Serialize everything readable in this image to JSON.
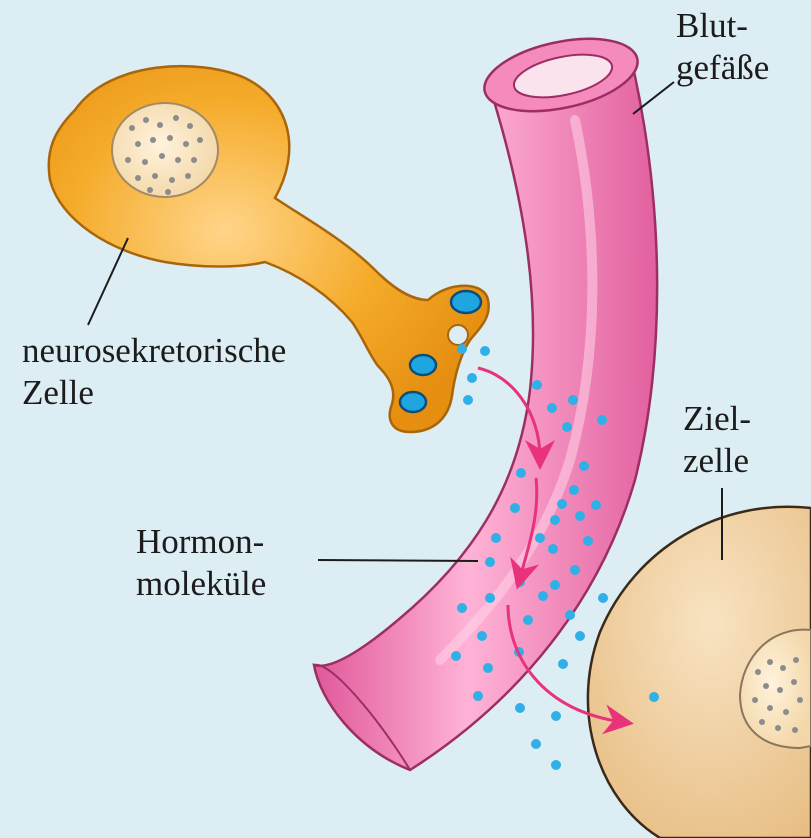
{
  "labels": {
    "neuro": {
      "line1": "neurosekretorische",
      "line2": "Zelle"
    },
    "blut": {
      "line1": "Blut-",
      "line2": "gefäße"
    },
    "ziel": {
      "line1": "Ziel-",
      "line2": "zelle"
    },
    "hormon": {
      "line1": "Hormon-",
      "line2": "moleküle"
    }
  },
  "colors": {
    "background": "#dcedf3",
    "neuron": "#f2a31a",
    "neuron_outline": "#b8700a",
    "vessel": "#f07ab0",
    "vessel_outline": "#b03a72",
    "target_cell": "#f1d3a6",
    "molecule": "#2fb0e6",
    "arrow": "#e8327a"
  }
}
